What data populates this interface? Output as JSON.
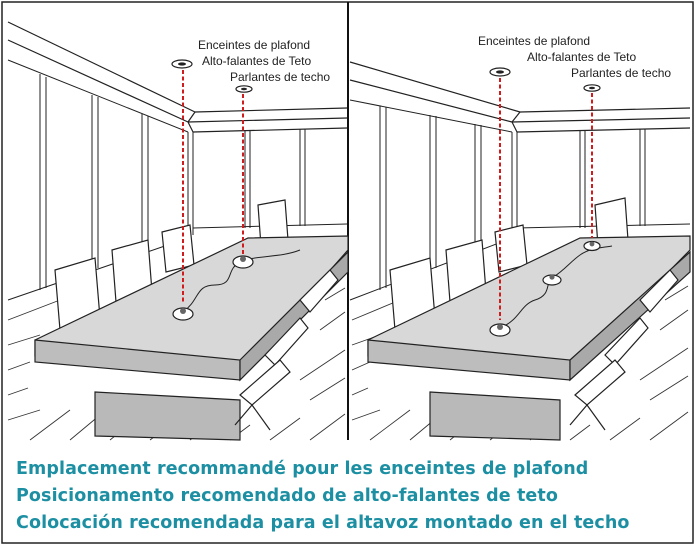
{
  "panels": [
    {
      "labels": {
        "fr": "Enceintes de plafond",
        "pt": "Alto-falantes de Teto",
        "es": "Parlantes de techo"
      }
    },
    {
      "labels": {
        "fr": "Enceintes de plafond",
        "pt": "Alto-falantes de Teto",
        "es": "Parlantes de techo"
      }
    }
  ],
  "caption": {
    "fr": "Emplacement recommandé pour les enceintes de plafond",
    "pt": "Posicionamento recomendado de alto-falantes de teto",
    "es": "Colocación recomendada para el altavoz montado en el techo"
  },
  "colors": {
    "caption": "#1d8fa3",
    "guide_line": "#d01c1c",
    "table_top": "#d8d8d8",
    "table_side": "#b9b9b9"
  }
}
